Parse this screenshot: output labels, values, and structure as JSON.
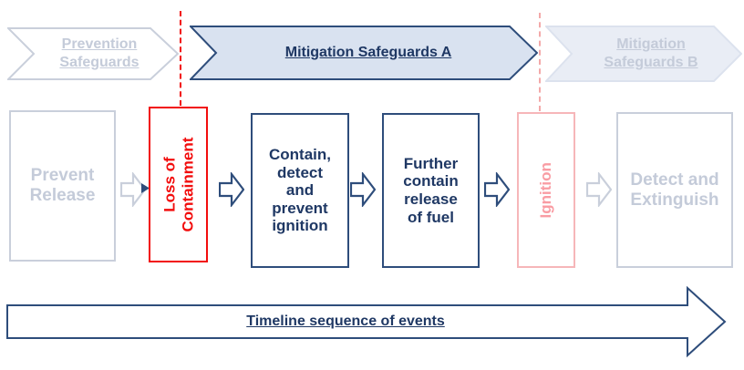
{
  "colors": {
    "navy": "#1f3864",
    "navy_stroke": "#2e4d7b",
    "red": "#f20d0d",
    "pink_border": "#f6b6b9",
    "pink_text": "#f99ca3",
    "pink_dash": "#f3a9a9",
    "gray_border": "#c9cfdb",
    "gray_text": "#c4cbd9",
    "banner_a_fill": "#d9e2f0",
    "banner_b_fill": "#e9edf5",
    "banner_b_border": "#dce2ee"
  },
  "banners": [
    {
      "label": "Prevention\nSafeguards",
      "state": "inactive"
    },
    {
      "label": "Mitigation Safeguards A",
      "state": "active"
    },
    {
      "label": "Mitigation\nSafeguards B",
      "state": "inactive"
    }
  ],
  "boxes": [
    {
      "label": "Prevent\nRelease",
      "state": "inactive"
    },
    {
      "label": "Loss of\nContainment",
      "state": "alert",
      "orientation": "vertical"
    },
    {
      "label": "Contain,\ndetect\nand\nprevent\nignition",
      "state": "active"
    },
    {
      "label": "Further\ncontain\nrelease\nof fuel",
      "state": "active"
    },
    {
      "label": "Ignition",
      "state": "faded-alert",
      "orientation": "vertical"
    },
    {
      "label": "Detect and\nExtinguish",
      "state": "inactive"
    }
  ],
  "timeline": {
    "label": "Timeline sequence of events"
  }
}
